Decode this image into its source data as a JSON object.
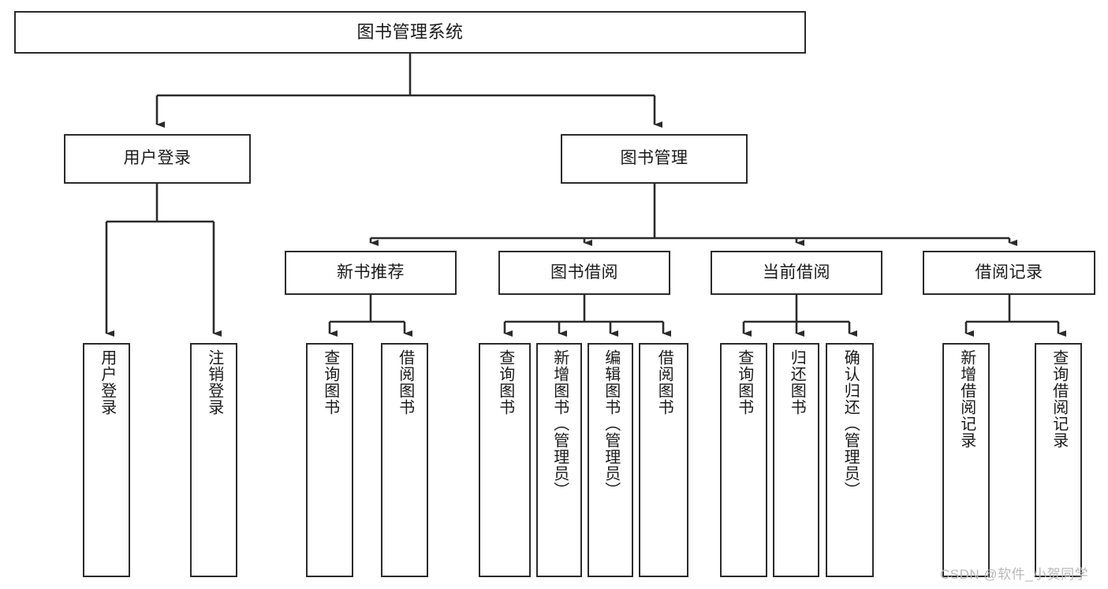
{
  "diagram": {
    "title": "图书管理系统",
    "type": "hierarchy-tree",
    "orientation": "top-down",
    "style": {
      "box_border_color": "#2b2b2b",
      "box_fill": "#ffffff",
      "edge_color": "#2b2b2b",
      "background": "#ffffff",
      "text_color": "#1a1a1a"
    },
    "root": {
      "label": "图书管理系统"
    },
    "level2": [
      {
        "label": "用户登录"
      },
      {
        "label": "图书管理"
      }
    ],
    "level3": [
      {
        "label": "新书推荐"
      },
      {
        "label": "图书借阅"
      },
      {
        "label": "当前借阅"
      },
      {
        "label": "借阅记录"
      }
    ],
    "leaves": {
      "user_login": [
        {
          "label": "用户登录"
        },
        {
          "label": "注销登录"
        }
      ],
      "new_book_recommend": [
        {
          "label": "查询图书"
        },
        {
          "label": "借阅图书"
        }
      ],
      "book_borrow": [
        {
          "label": "查询图书"
        },
        {
          "label": "新增图书（管理员）"
        },
        {
          "label": "编辑图书（管理员）"
        },
        {
          "label": "借阅图书"
        }
      ],
      "current_borrow": [
        {
          "label": "查询图书"
        },
        {
          "label": "归还图书"
        },
        {
          "label": "确认归还（管理员）"
        }
      ],
      "borrow_record": [
        {
          "label": "新增借阅记录"
        },
        {
          "label": "查询借阅记录"
        }
      ]
    }
  },
  "watermark": {
    "text": "CSDN @软件_小贺同学"
  }
}
